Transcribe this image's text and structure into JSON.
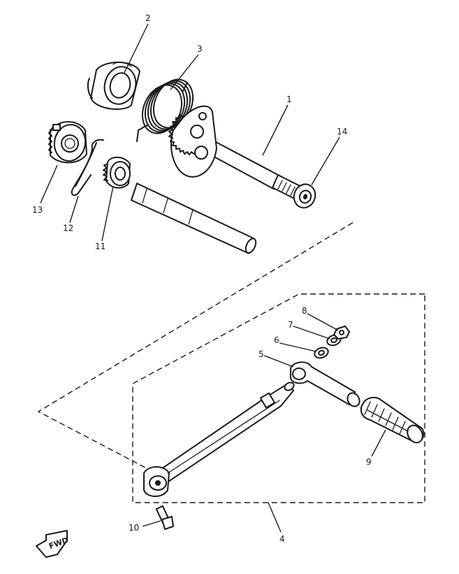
{
  "callouts": {
    "c1": "1",
    "c2": "2",
    "c3": "3",
    "c4": "4",
    "c5": "5",
    "c6": "6",
    "c7": "7",
    "c8": "8",
    "c9": "9",
    "c10": "10",
    "c11": "11",
    "c12": "12",
    "c13": "13",
    "c14": "14"
  },
  "fwd_mark": "FWD"
}
